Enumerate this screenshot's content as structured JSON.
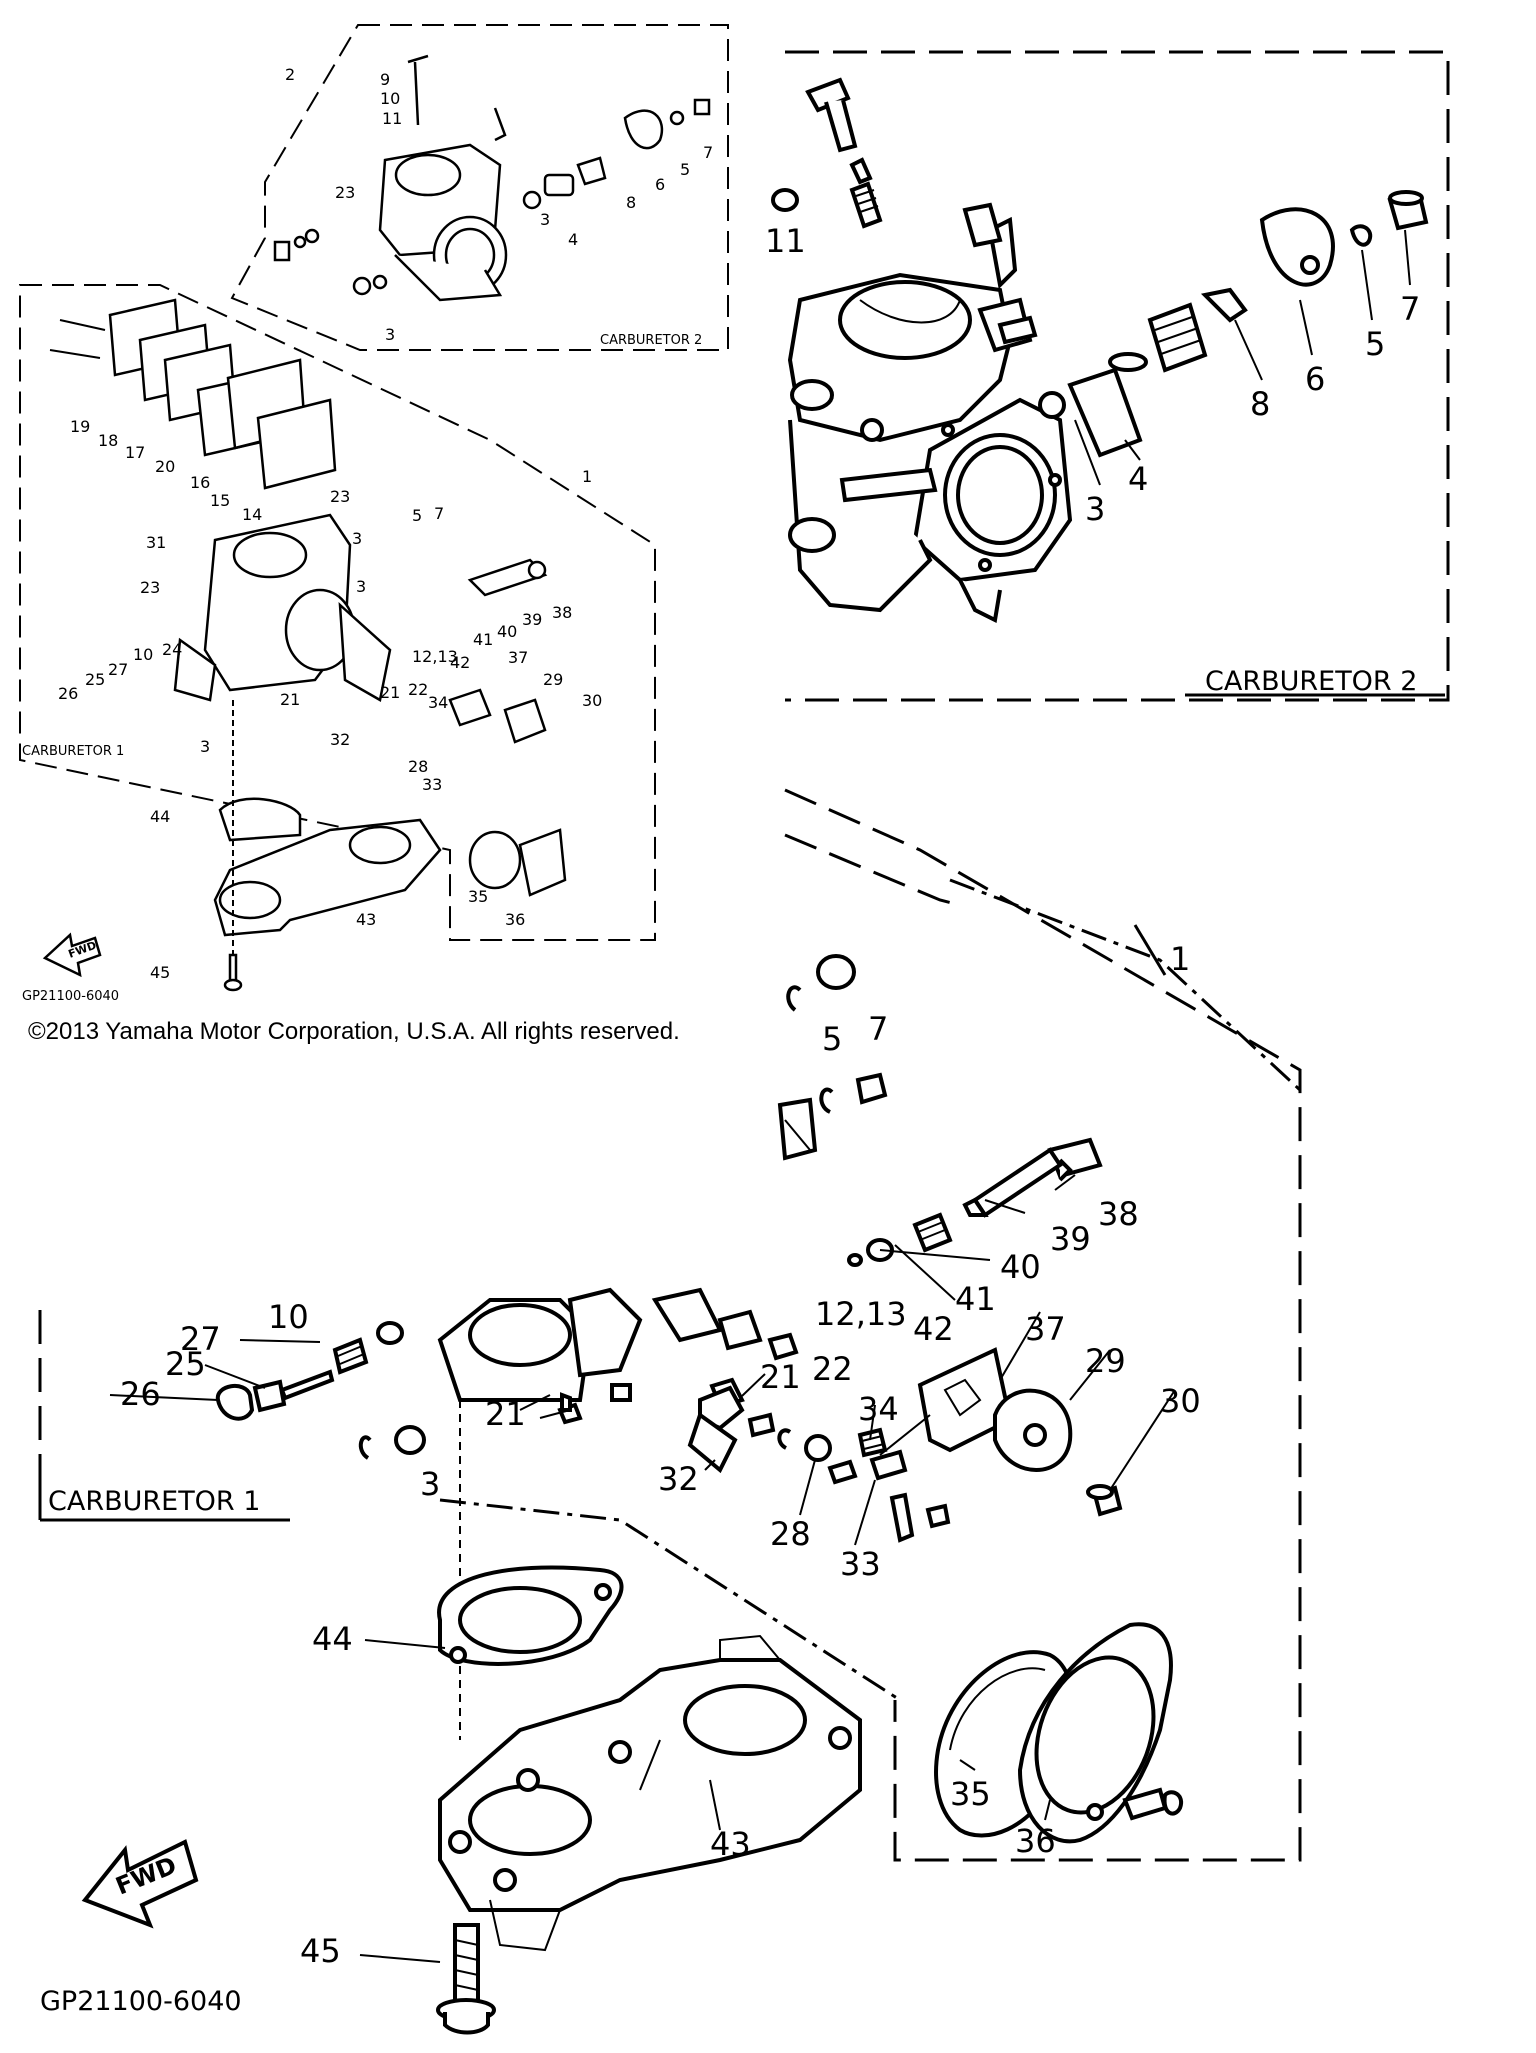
{
  "copyright": "©2013 Yamaha Motor Corporation, U.S.A. All rights reserved.",
  "overview": {
    "carb2_label": "CARBURETOR 2",
    "carb1_label": "CARBURETOR 1",
    "fwd": "FWD",
    "code": "GP21100-6040",
    "callouts": [
      "2",
      "9",
      "10",
      "11",
      "23",
      "3",
      "3",
      "4",
      "8",
      "6",
      "5",
      "7",
      "19",
      "18",
      "17",
      "20",
      "16",
      "15",
      "14",
      "1",
      "23",
      "3",
      "5",
      "7",
      "31",
      "23",
      "3",
      "24",
      "27",
      "10",
      "25",
      "26",
      "38",
      "39",
      "40",
      "41",
      "42",
      "12,13",
      "37",
      "29",
      "30",
      "21",
      "21",
      "22",
      "34",
      "32",
      "28",
      "33",
      "3",
      "44",
      "35",
      "36",
      "43",
      "45"
    ]
  },
  "detail_top": {
    "label": "CARBURETOR 2",
    "callouts": [
      "11",
      "3",
      "4",
      "8",
      "6",
      "5",
      "7"
    ]
  },
  "detail_bottom": {
    "carb1_label": "CARBURETOR 1",
    "fwd": "FWD",
    "code": "GP21100-6040",
    "callouts": [
      "1",
      "5",
      "7",
      "38",
      "39",
      "40",
      "41",
      "42",
      "12,13",
      "37",
      "29",
      "30",
      "10",
      "27",
      "25",
      "26",
      "21",
      "22",
      "21",
      "34",
      "32",
      "28",
      "33",
      "3",
      "44",
      "35",
      "36",
      "43",
      "45"
    ]
  }
}
